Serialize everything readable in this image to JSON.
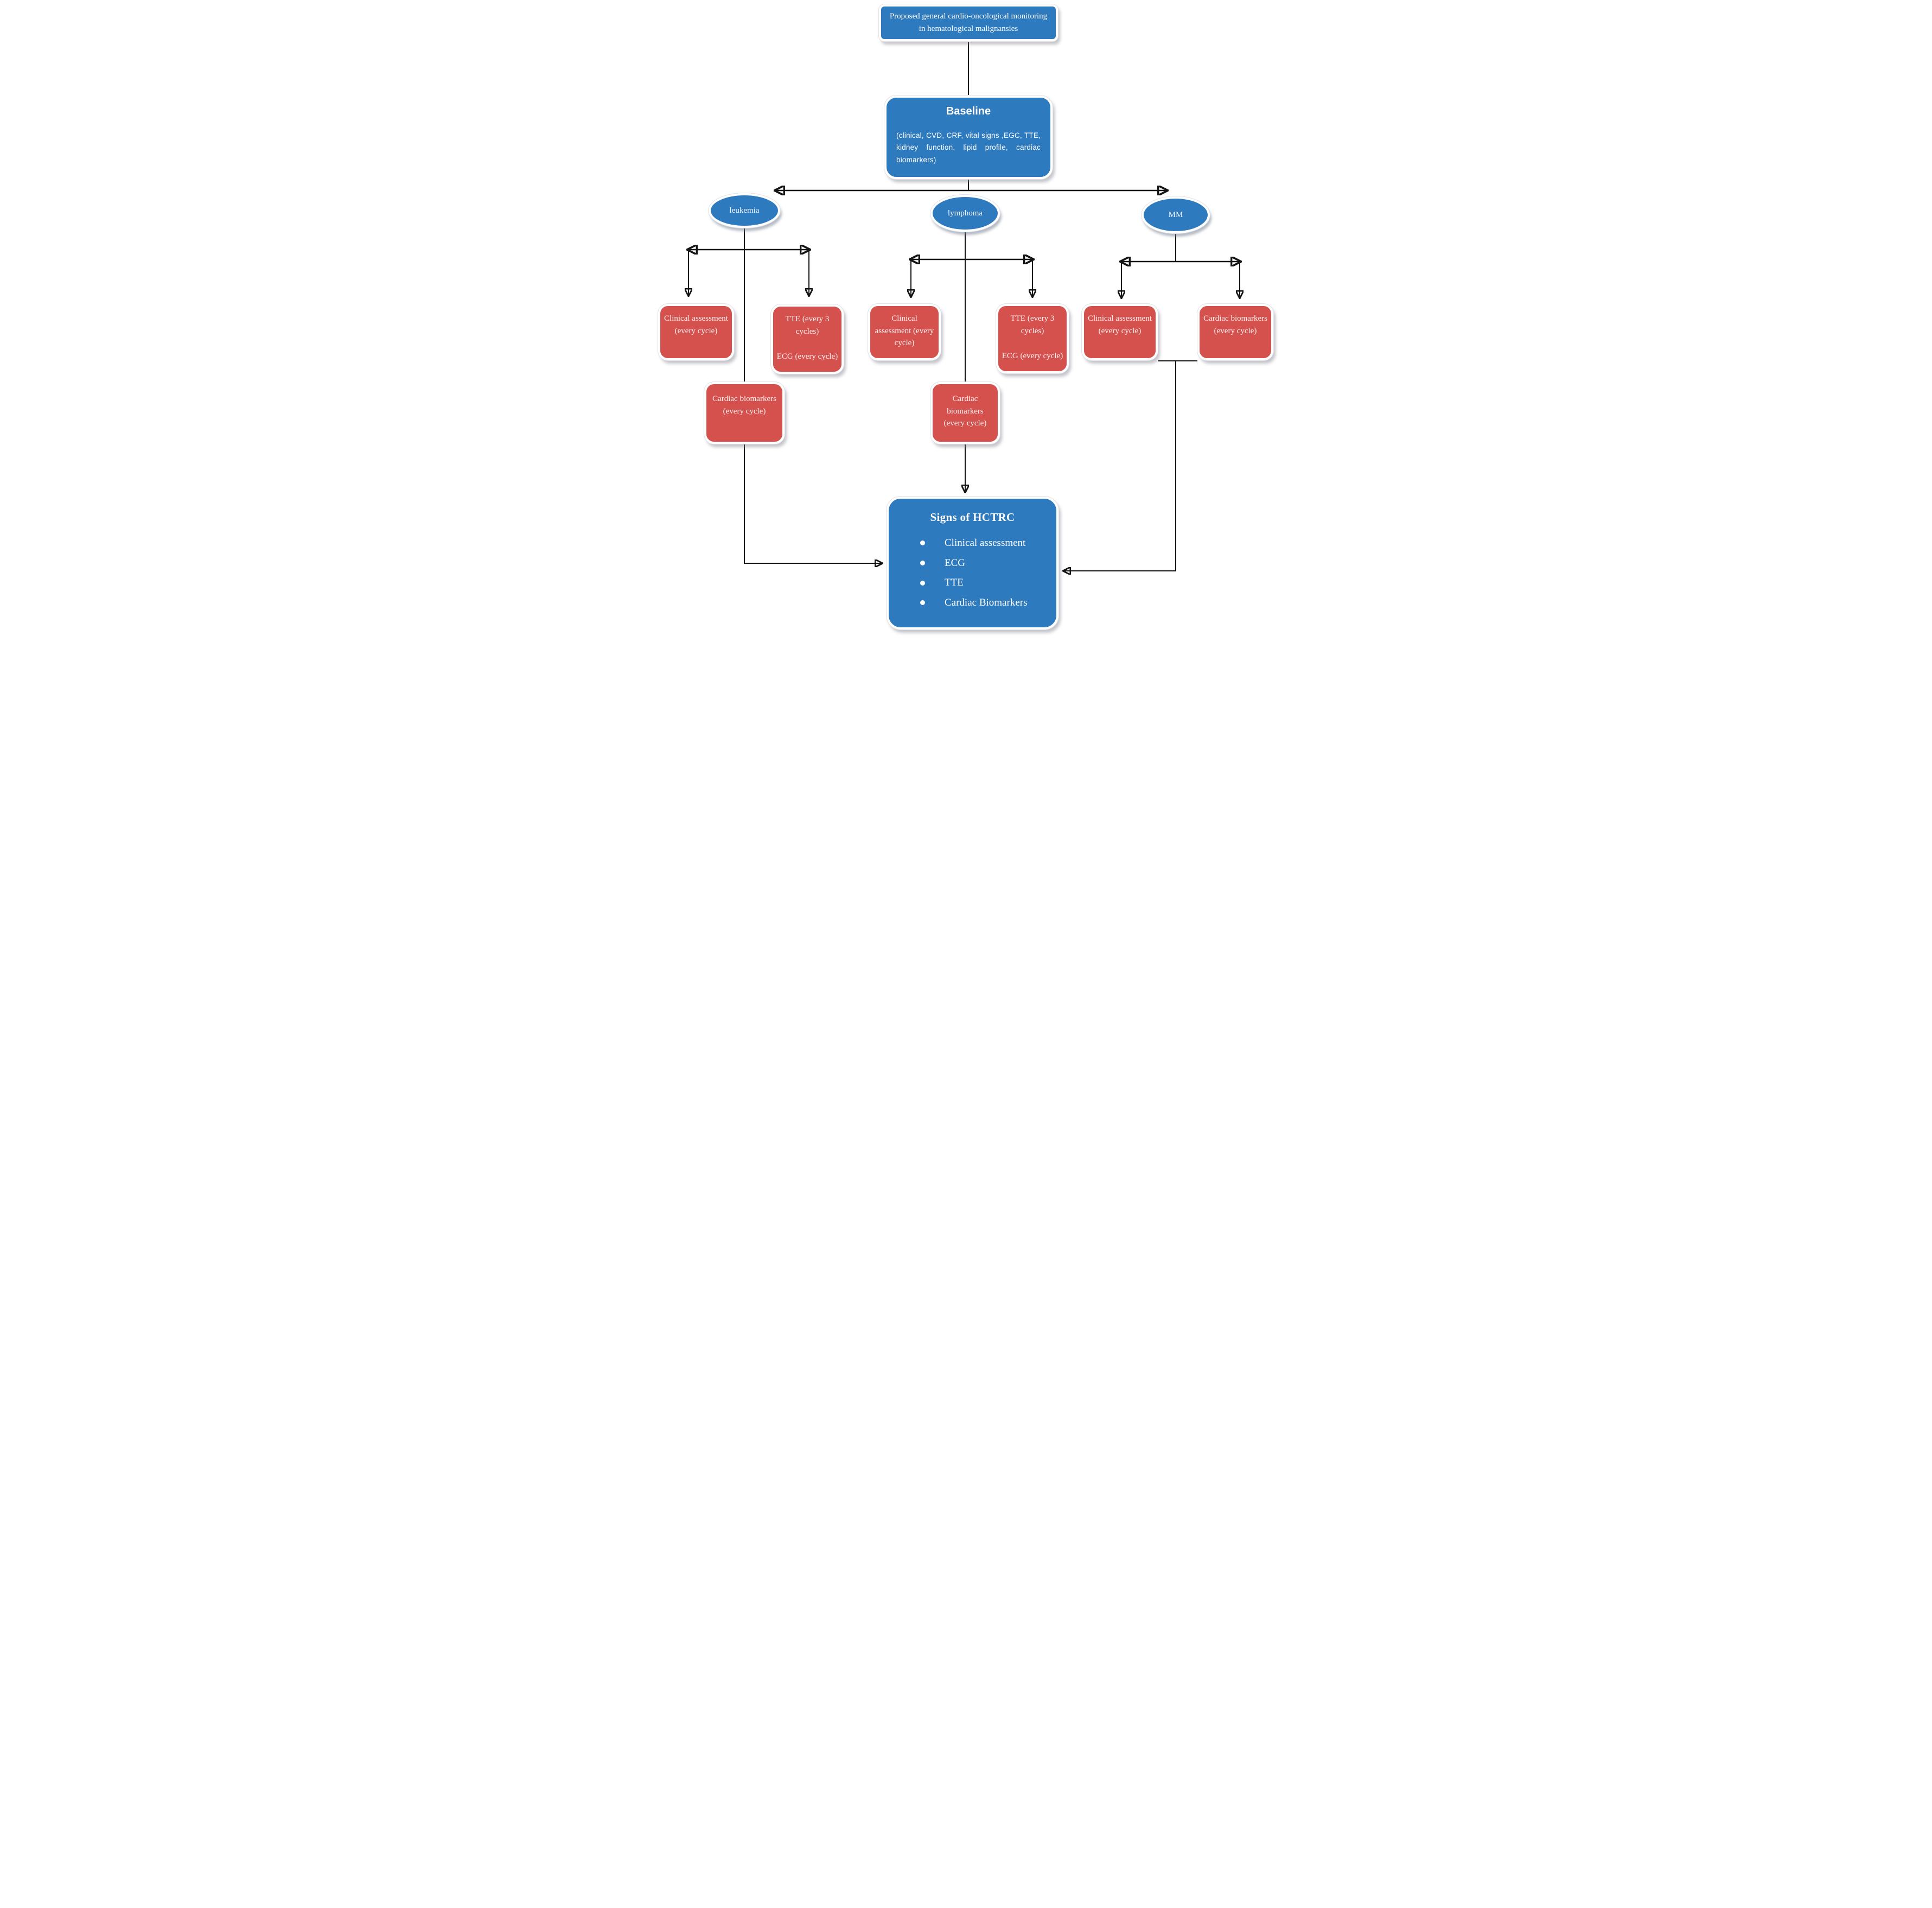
{
  "colors": {
    "node_blue": "#2e7abf",
    "node_red": "#d5514e",
    "arrow_black": "#141414",
    "text_on_blue": "#ffffff",
    "text_on_red": "#fdf0ee"
  },
  "top_box": {
    "label": "Proposed general cardio-oncological monitoring in hematological malignansies"
  },
  "baseline_box": {
    "title": "Baseline",
    "details": "(clinical, CVD, CRF, vital signs ,EGC, TTE, kidney function, lipid profile, cardiac biomarkers)"
  },
  "branch_labels": {
    "leukemia": "leukemia",
    "lymphoma": "lymphoma",
    "mm": "MM"
  },
  "leukemia": {
    "clinical": "Clinical assessment (every cycle)",
    "tte": "TTE (every 3 cycles)",
    "ecg": "ECG (every cycle)",
    "cardiac": "Cardiac biomarkers (every cycle)"
  },
  "lymphoma": {
    "clinical": "Clinical assessment (every cycle)",
    "tte": "TTE (every 3 cycles)",
    "ecg": "ECG (every cycle)",
    "cardiac": "Cardiac biomarkers (every cycle)"
  },
  "mm": {
    "clinical": "Clinical assessment (every cycle)",
    "cardiac": "Cardiac biomarkers (every cycle)"
  },
  "signs_box": {
    "title": "Signs of HCTRC",
    "bullets": [
      "Clinical assessment",
      "ECG",
      "TTE",
      "Cardiac Biomarkers"
    ]
  }
}
